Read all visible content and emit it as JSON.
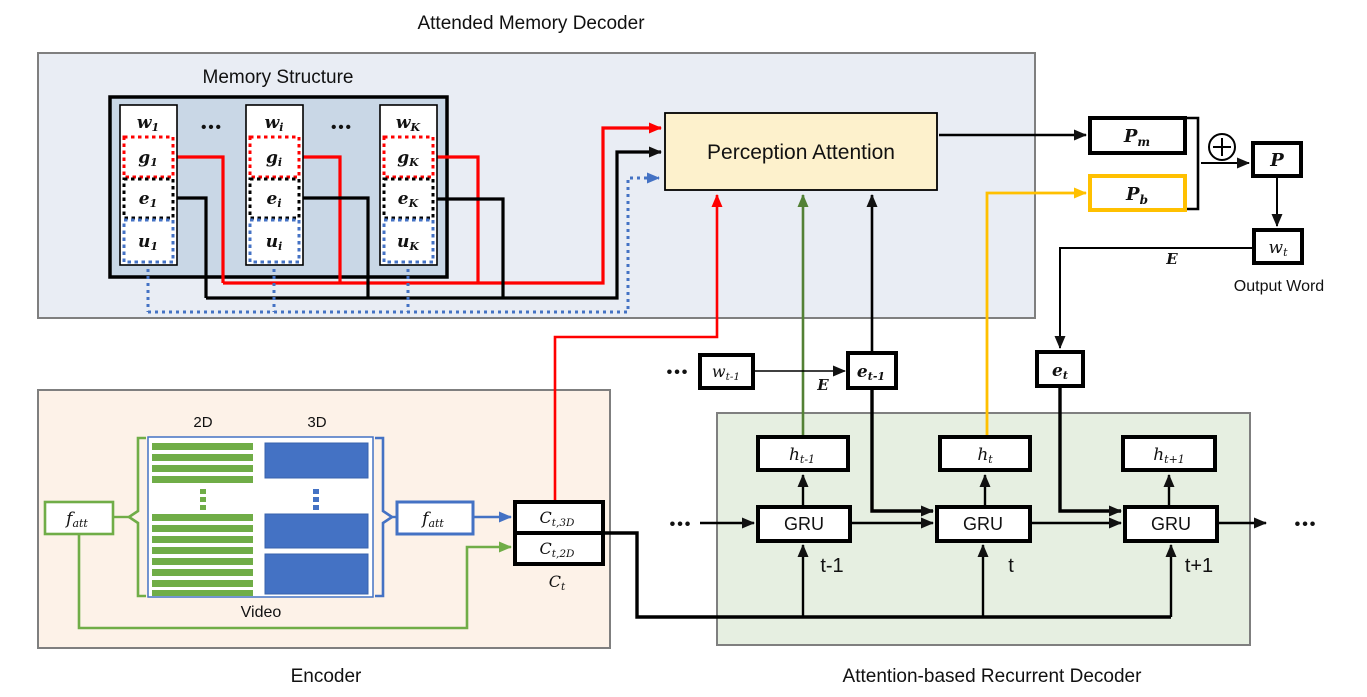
{
  "title": "Attended Memory Decoder",
  "memory": {
    "label": "Memory Structure",
    "dots": "•••",
    "cells": [
      {
        "w_base": "w",
        "w_sub": "1",
        "g_base": "g",
        "g_sub": "1",
        "e_base": "e",
        "e_sub": "1",
        "u_base": "u",
        "u_sub": "1"
      },
      {
        "w_base": "w",
        "w_sub": "i",
        "g_base": "g",
        "g_sub": "i",
        "e_base": "e",
        "e_sub": "i",
        "u_base": "u",
        "u_sub": "i"
      },
      {
        "w_base": "w",
        "w_sub": "K",
        "g_base": "g",
        "g_sub": "K",
        "e_base": "e",
        "e_sub": "K",
        "u_base": "u",
        "u_sub": "K"
      }
    ]
  },
  "perception": {
    "label": "Perception Attention"
  },
  "output": {
    "pm_base": "P",
    "pm_sub": "m",
    "pb_base": "P",
    "pb_sub": "b",
    "p": "P",
    "wt_base": "w",
    "wt_sub": "t",
    "word": "Output Word",
    "e_label": "E"
  },
  "sequence": {
    "dots": "•••",
    "wprev_base": "w",
    "wprev_sub": "t-1",
    "eprev_base": "e",
    "eprev_sub": "t-1",
    "et_base": "e",
    "et_sub": "t",
    "e_label": "E"
  },
  "encoder": {
    "label": "Encoder",
    "d2": "2D",
    "d3": "3D",
    "video": "Video",
    "fatt_base": "f",
    "fatt_sub": "att",
    "c3d_base": "C",
    "c3d_sub": "t,3D",
    "c2d_base": "C",
    "c2d_sub": "t,2D",
    "ct_base": "C",
    "ct_sub": "t"
  },
  "decoder": {
    "label": "Attention-based Recurrent Decoder",
    "dots_left": "•••",
    "dots_right": "•••",
    "gru": "GRU",
    "units": [
      {
        "h_base": "h",
        "h_sub": "t-1",
        "time": "t-1"
      },
      {
        "h_base": "h",
        "h_sub": "t",
        "time": "t"
      },
      {
        "h_base": "h",
        "h_sub": "t+1",
        "time": "t+1"
      }
    ]
  },
  "colors": {
    "red": "#ff0000",
    "blue": "#4472c4",
    "green": "#70ad47",
    "dark_green": "#538135",
    "yellow": "#ffc000",
    "panel_blue": "#e9edf4",
    "memory_fill": "#c9d7e6",
    "attention_fill": "#fdf1cc",
    "panel_peach": "#fdf2e8",
    "panel_green": "#e6efe1",
    "border_gray": "#7f7f7f"
  }
}
